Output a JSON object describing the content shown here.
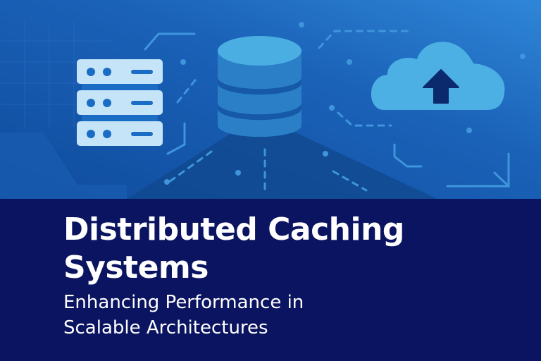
{
  "banner": {
    "title_line1": "Distributed Caching",
    "title_line2": "Systems",
    "subtitle_line1": "Enhancing Performance in",
    "subtitle_line2": "Scalable Architectures"
  },
  "colors": {
    "band": "#0b1460",
    "hero_dark": "#1254a8",
    "hero_light": "#2f86d8",
    "server": "#c5e4f7",
    "database": "#2e86cc",
    "cloud": "#4cb0e4",
    "arrow": "#0b2a6e"
  },
  "icons": [
    "server-rack-icon",
    "database-icon",
    "cloud-upload-icon"
  ]
}
